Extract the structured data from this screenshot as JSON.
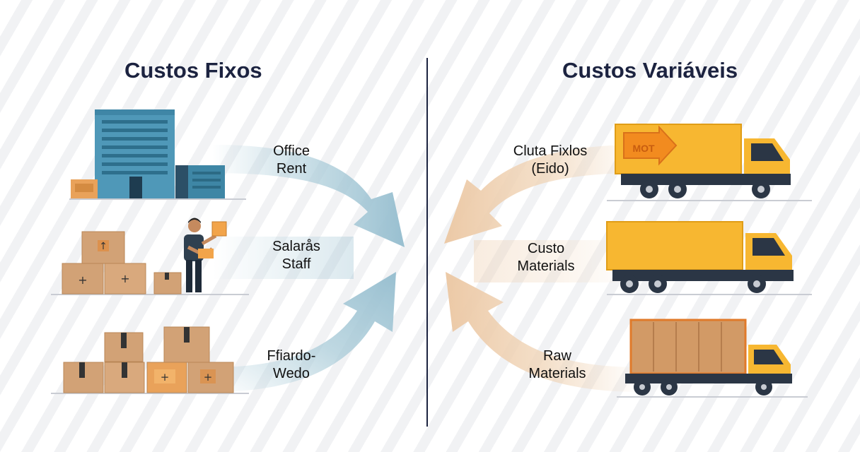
{
  "titles": {
    "left": "Custos Fixos",
    "right": "Custos Variáveis"
  },
  "fixed_costs": [
    {
      "line1": "Office",
      "line2": "Rent",
      "illustration": "office-building"
    },
    {
      "line1": "Salarås",
      "line2": "Staff",
      "illustration": "worker-with-boxes"
    },
    {
      "line1": "Ffiardo-",
      "line2": "Wedo",
      "illustration": "stacked-boxes"
    }
  ],
  "variable_costs": [
    {
      "line1": "Cluta Fixlos",
      "line2": "(Eido)",
      "illustration": "delivery-truck",
      "truck_sign": "MOT"
    },
    {
      "line1": "Custo",
      "line2": "Materials",
      "illustration": "box-truck"
    },
    {
      "line1": "Raw",
      "line2": "Materials",
      "illustration": "cargo-truck"
    }
  ],
  "colors": {
    "title": "#1c2340",
    "left_arrow": "#a9cbd8",
    "right_arrow": "#f0d4b6",
    "truck_yellow": "#f7b731",
    "box": "#d2a276",
    "building": "#4f98b8"
  }
}
